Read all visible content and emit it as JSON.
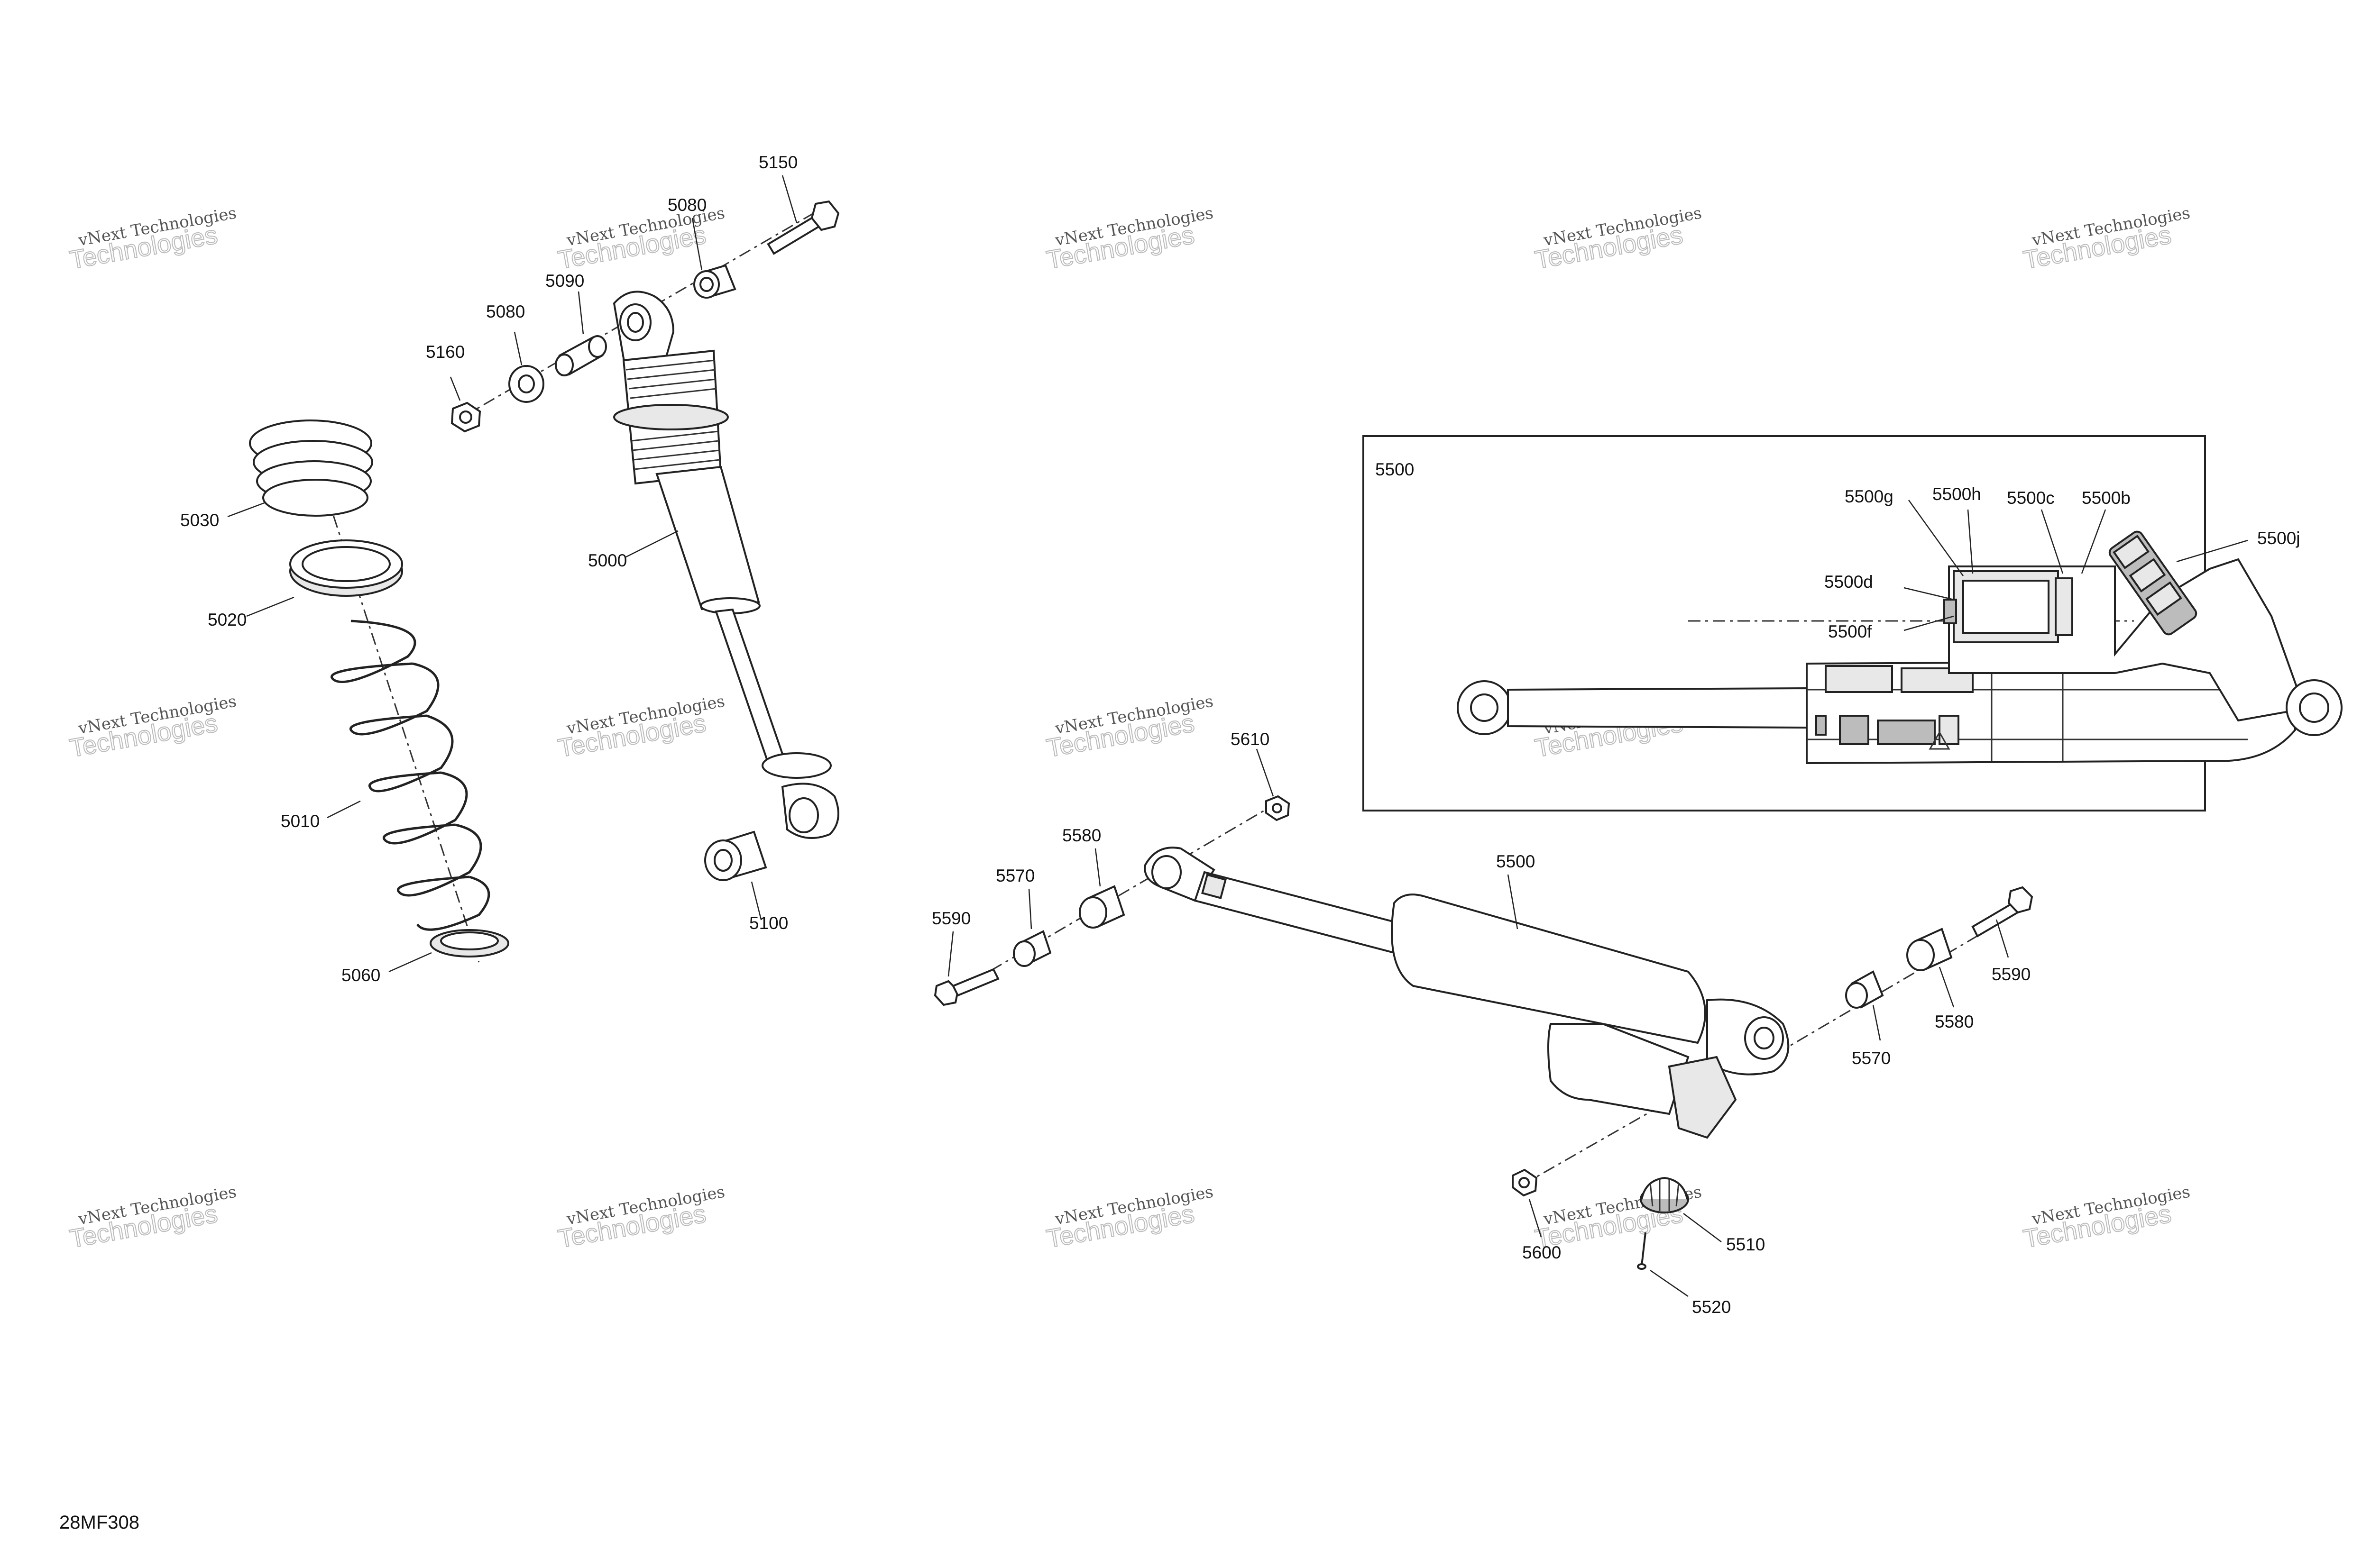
{
  "figure_code": "28MF308",
  "inset_title": "5500",
  "watermark": {
    "line1": "vNext Technologies",
    "line2": "Technologies"
  },
  "callouts": {
    "c5150": "5150",
    "c5080a": "5080",
    "c5090": "5090",
    "c5080b": "5080",
    "c5160": "5160",
    "c5030": "5030",
    "c5000": "5000",
    "c5020": "5020",
    "c5010": "5010",
    "c5100": "5100",
    "c5060": "5060",
    "c5610": "5610",
    "c5580a": "5580",
    "c5570a": "5570",
    "c5590a": "5590",
    "c5500": "5500",
    "c5590b": "5590",
    "c5580b": "5580",
    "c5570b": "5570",
    "c5600": "5600",
    "c5510": "5510",
    "c5520": "5520",
    "c5500g": "5500g",
    "c5500h": "5500h",
    "c5500c": "5500c",
    "c5500b": "5500b",
    "c5500j": "5500j",
    "c5500d": "5500d",
    "c5500f": "5500f"
  },
  "icons": [
    "coil-spring-icon",
    "shock-absorber-icon",
    "steering-damper-icon",
    "bolt-icon",
    "nut-icon",
    "bushing-icon",
    "washer-icon",
    "knob-icon"
  ]
}
